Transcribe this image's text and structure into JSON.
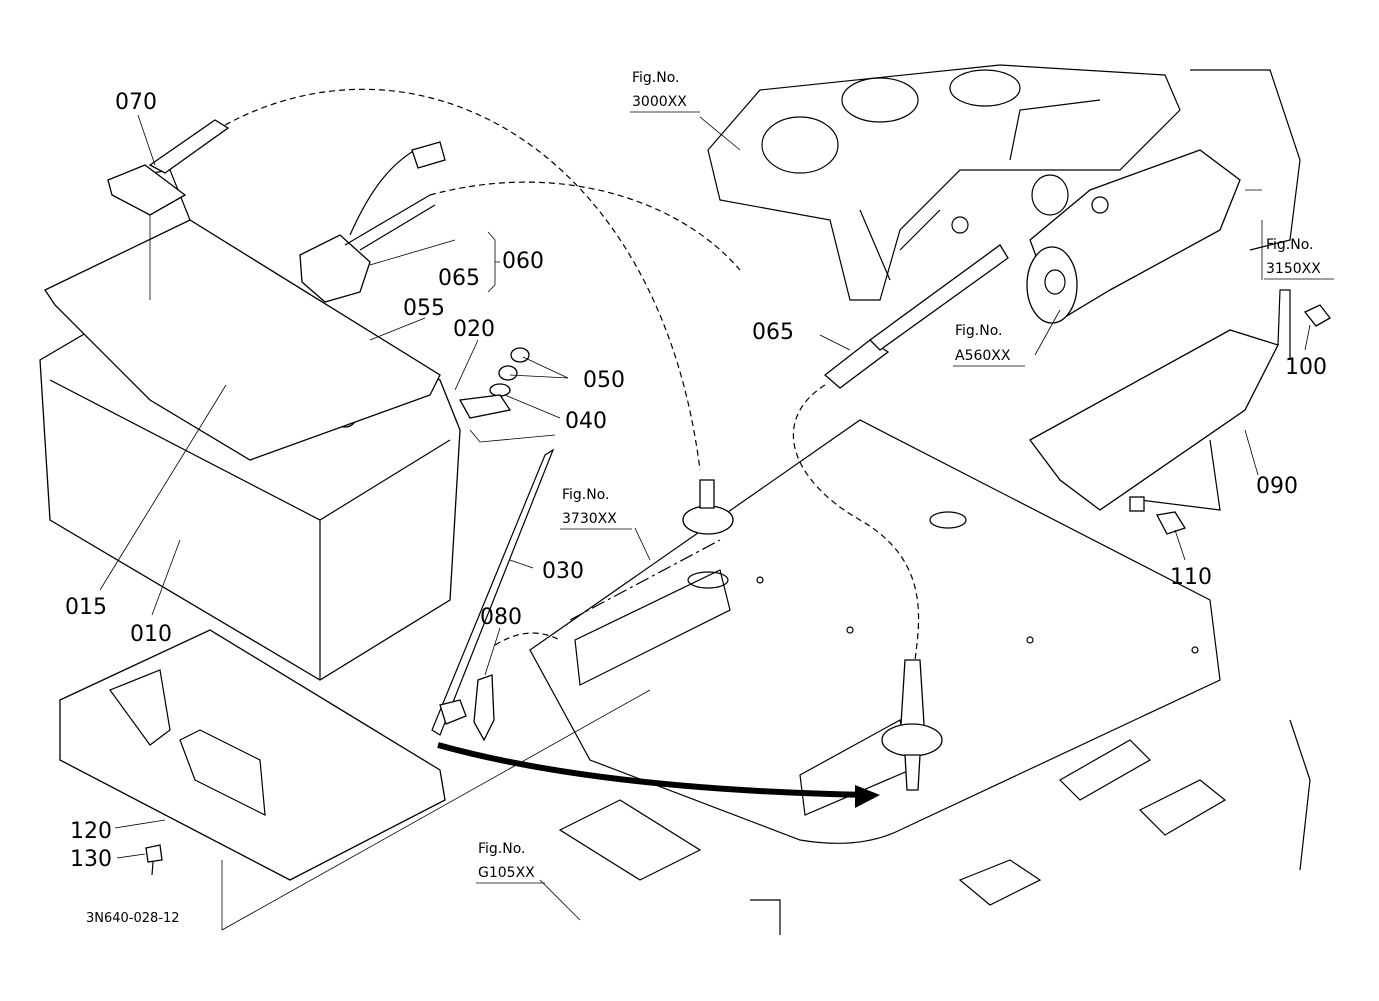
{
  "part_labels": {
    "p070": "070",
    "p060": "060",
    "p065a": "065",
    "p055": "055",
    "p020": "020",
    "p050": "050",
    "p040": "040",
    "p065b": "065",
    "p015": "015",
    "p010": "010",
    "p030": "030",
    "p080": "080",
    "p090": "090",
    "p100": "100",
    "p110": "110",
    "p120": "120",
    "p130": "130"
  },
  "fig_refs": {
    "f3000": {
      "label": "Fig.No.",
      "code": "3000XX"
    },
    "f3150": {
      "label": "Fig.No.",
      "code": "3150XX"
    },
    "fA560": {
      "label": "Fig.No.",
      "code": "A560XX"
    },
    "f3730": {
      "label": "Fig.No.",
      "code": "3730XX"
    },
    "fG105": {
      "label": "Fig.No.",
      "code": "G105XX"
    }
  },
  "diagram_code": "3N640-028-12"
}
